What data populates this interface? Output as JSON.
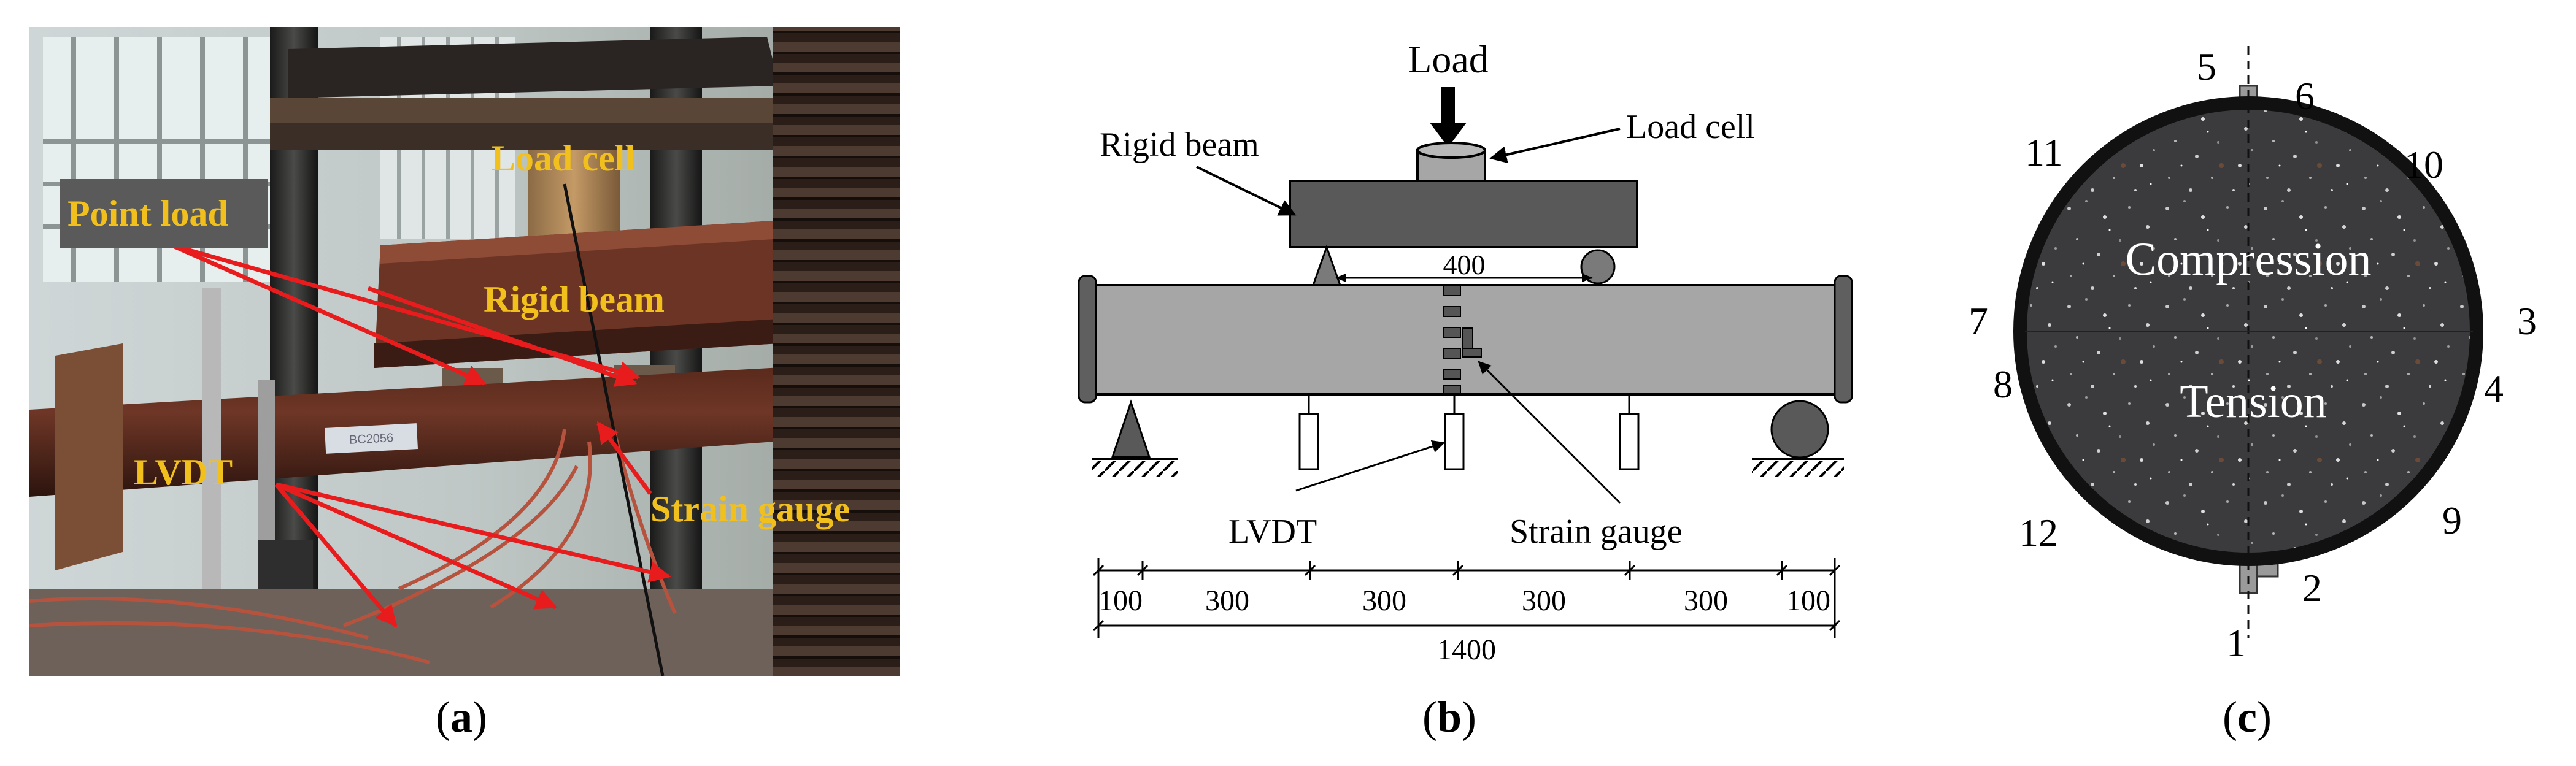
{
  "panel_a": {
    "label": "a",
    "labels": {
      "load_cell": "Load cell",
      "point_load": "Point load",
      "rigid_beam": "Rigid beam",
      "strain_gauge": "Strain gauge",
      "lvdt": "LVDT"
    },
    "specimen_tag": "BC2056",
    "label_color": "#f2c01c",
    "arrow_color": "#e81c1c"
  },
  "panel_b": {
    "label": "b",
    "labels": {
      "load": "Load",
      "load_cell": "Load cell",
      "rigid_beam": "Rigid beam",
      "span": "400",
      "lvdt": "LVDT",
      "strain_gauge": "Strain gauge",
      "total": "1400"
    },
    "segments": [
      "100",
      "300",
      "300",
      "300",
      "300",
      "100"
    ]
  },
  "panel_c": {
    "label": "c",
    "compression": "Compression",
    "tension": "Tension",
    "gauges": [
      "1",
      "2",
      "3",
      "4",
      "5",
      "6",
      "7",
      "8",
      "9",
      "10",
      "11",
      "12"
    ]
  }
}
